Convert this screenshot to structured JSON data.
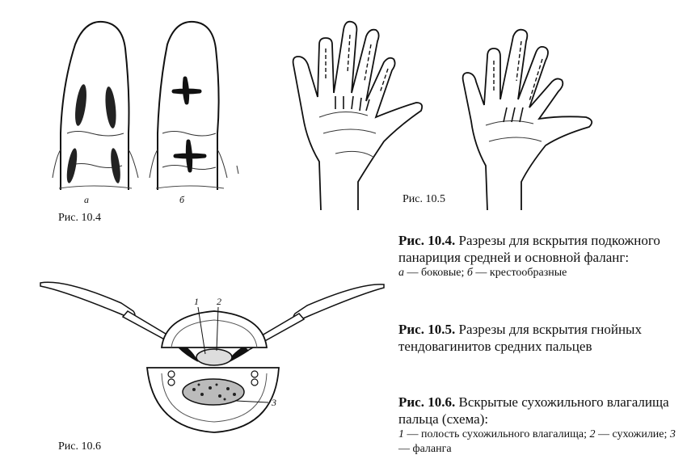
{
  "fig104": {
    "label": "Рис. 10.4",
    "letter_a": "а",
    "letter_b": "б"
  },
  "fig105": {
    "label": "Рис. 10.5"
  },
  "fig106": {
    "label": "Рис. 10.6",
    "num1": "1",
    "num2": "2",
    "num3": "3"
  },
  "captions": [
    {
      "num": "Рис. 10.4.",
      "text": "Разрезы для вскрытия подкожного панариция средней и основной фаланг:",
      "legend": [
        {
          "key": "а",
          "text": " — боковые; "
        },
        {
          "key": "б",
          "text": " — крестообразные"
        }
      ]
    },
    {
      "num": "Рис. 10.5.",
      "text": "Разрезы для вскрытия гнойных тендовагинитов средних пальцев"
    },
    {
      "num": "Рис. 10.6.",
      "text": "Вскрытые сухожильного влагалища пальца (схема):",
      "legend": [
        {
          "key": "1",
          "text": " — полость сухожильного влагалища; "
        },
        {
          "key": "2",
          "text": " — сухожилие; "
        },
        {
          "key": "3",
          "text": " — фаланга"
        }
      ]
    }
  ]
}
